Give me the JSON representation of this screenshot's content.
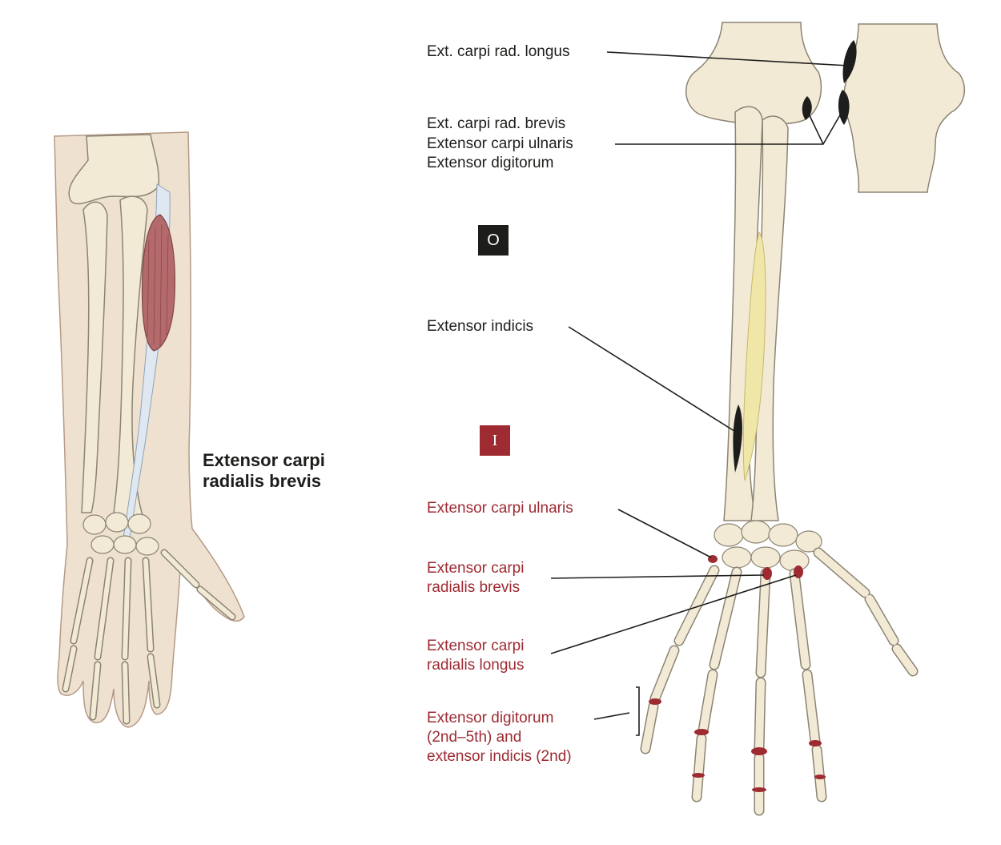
{
  "colors": {
    "skin": "#efe1cf",
    "skin_outline": "#b59a86",
    "bone": "#f2ead5",
    "bone_outline": "#8c8474",
    "muscle": "#b46a6a",
    "tendon": "#dfe7f0",
    "membrane": "#f0e6a8",
    "origin_mark": "#1d1d1b",
    "insertion_mark": "#9e2a32",
    "label_dark": "#1d1d1b",
    "label_red": "#9e2a32"
  },
  "left_figure": {
    "title_line1": "Extensor carpi",
    "title_line2": "radialis brevis"
  },
  "origin_badge": "O",
  "insertion_badge": "I",
  "origin_labels": [
    "Ext. carpi rad. longus",
    "Ext. carpi rad. brevis",
    "Extensor carpi ulnaris",
    "Extensor digitorum",
    "Extensor indicis"
  ],
  "insertion_labels": [
    "Extensor carpi ulnaris",
    "Extensor carpi",
    "radialis brevis",
    "Extensor carpi",
    "radialis longus",
    "Extensor digitorum",
    "(2nd–5th) and",
    "extensor indicis (2nd)"
  ]
}
